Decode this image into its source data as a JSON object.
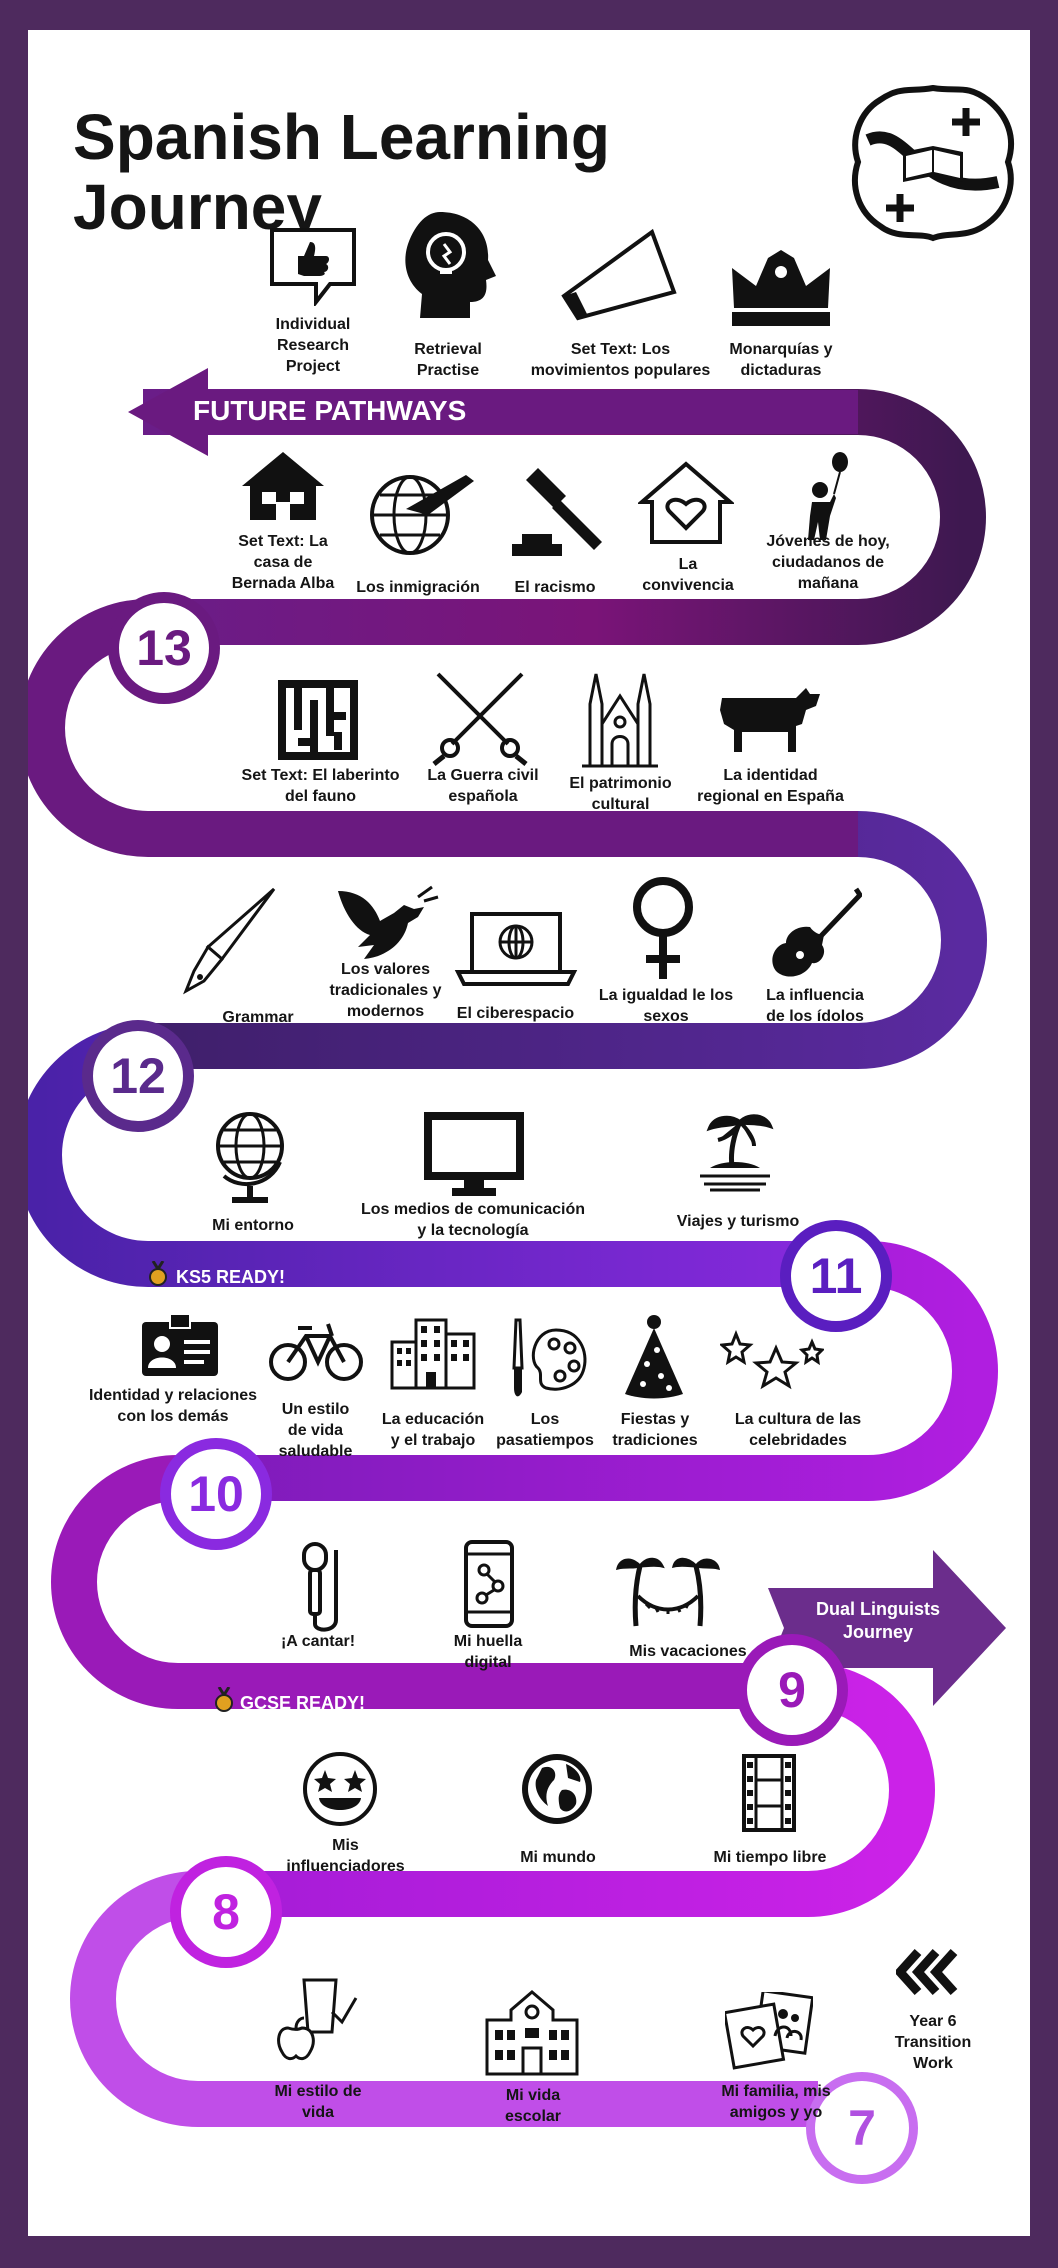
{
  "title": "Spanish Learning Journey",
  "future_pathways": "FUTURE PATHWAYS",
  "ks5_ready": "KS5 READY!",
  "gcse_ready": "GCSE READY!",
  "dual_linguists": "Dual Linguists\nJourney",
  "year6": "Year 6\nTransition\nWork",
  "stages": {
    "s13": "13",
    "s12": "12",
    "s11": "11",
    "s10": "10",
    "s9": "9",
    "s8": "8",
    "s7": "7"
  },
  "colors": {
    "frame": "#4e2a5e",
    "accent": "#8b1fc8",
    "text": "#151515"
  },
  "rows": {
    "top": [
      "Individual\nResearch\nProject",
      "Retrieval\nPractise",
      "Set Text: Los\nmovimientos populares",
      "Monarquías y\ndictaduras"
    ],
    "y13a": [
      "Set Text: La\ncasa de\nBernada Alba",
      "Los inmigración",
      "El racismo",
      "La\nconvivencia",
      "Jóvenes de hoy,\nciudadanos de\nmañana"
    ],
    "y13b": [
      "Set Text: El laberinto\ndel fauno",
      "La Guerra civil\nespañola",
      "El patrimonio\ncultural",
      "La identidad\nregional en España"
    ],
    "y12a": [
      "Grammar",
      "Los valores\ntradicionales y\nmodernos",
      "El ciberespacio",
      "La igualdad le los\nsexos",
      "La influencia\nde los ídolos"
    ],
    "y12b": [
      "Mi entorno",
      "Los medios de comunicación\ny la tecnología",
      "Viajes y turismo"
    ],
    "y11": [
      "Identidad y relaciones\ncon los demás",
      "Un estilo\nde vida\nsaludable",
      "La educación\ny el trabajo",
      "Los\npasatiempos",
      "Fiestas y\ntradiciones",
      "La cultura de las\ncelebridades"
    ],
    "y10": [
      "¡A cantar!",
      "Mi huella\ndigital",
      "Mis vacaciones"
    ],
    "y9": [
      "Mis\ninfluenciadores",
      "Mi mundo",
      "Mi tiempo libre"
    ],
    "y8": [
      "Mi estilo de\nvida",
      "Mi vida\nescolar",
      "Mi familia, mis\namigos y yo"
    ]
  }
}
